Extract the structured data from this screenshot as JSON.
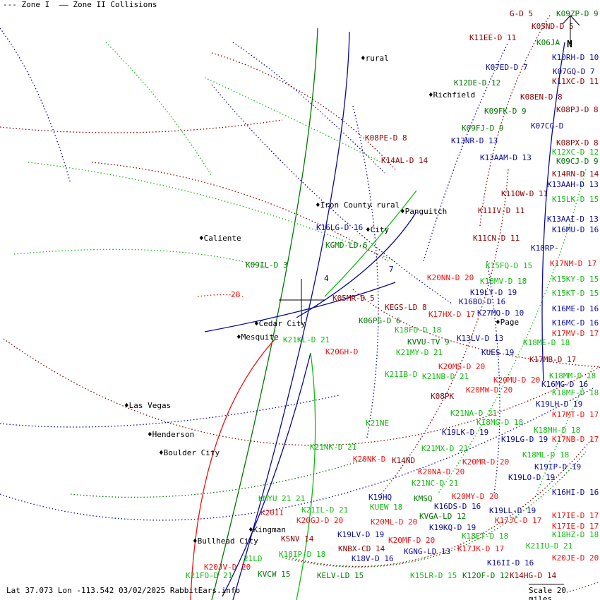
{
  "legend": {
    "zone1": "--- Zone I",
    "zone2": "—— Zone II Collisions"
  },
  "status": {
    "lat": "Lat 37.073",
    "lon": "Lon -113.542",
    "date": "03/02/2025",
    "site": "RabbitEars.info"
  },
  "scale": {
    "label": "Scale 20 miles"
  },
  "north": {
    "label": "N"
  },
  "colors": {
    "maroon": "#8b0000",
    "red": "#ee1111",
    "green": "#11bb11",
    "dkgreen": "#007700",
    "navy": "#0a0a9a"
  },
  "cities": [
    {
      "name": "Iron County rural"
    },
    {
      "name": "Panguitch"
    },
    {
      "name": "Caliente"
    },
    {
      "name": "Page"
    },
    {
      "name": "Mesquite"
    },
    {
      "name": "Las Vegas"
    },
    {
      "name": "Henderson"
    },
    {
      "name": "Boulder City"
    },
    {
      "name": "Kingman"
    },
    {
      "name": "Bullhead City"
    },
    {
      "name": "Richfield"
    },
    {
      "name": "rural"
    },
    {
      "name": "City"
    },
    {
      "name": "Cedar City"
    }
  ],
  "stations": [
    {
      "label": "K09ZP-D 9",
      "color": "dkgreen"
    },
    {
      "label": "K05ND-D 5",
      "color": "maroon"
    },
    {
      "label": "K10RH-D 10",
      "color": "navy"
    },
    {
      "label": "K06JA",
      "color": "dkgreen"
    },
    {
      "label": "K07GQ-D 7",
      "color": "navy"
    },
    {
      "label": "K11XC-D 11",
      "color": "maroon"
    },
    {
      "label": "K08EN-D 8",
      "color": "maroon"
    },
    {
      "label": "K08PJ-D 8",
      "color": "maroon"
    },
    {
      "label": "K07CG-D",
      "color": "navy"
    },
    {
      "label": "K08PX-D 8",
      "color": "maroon"
    },
    {
      "label": "K12XC-D 12",
      "color": "green"
    },
    {
      "label": "K09CJ-D 9",
      "color": "dkgreen"
    },
    {
      "label": "K14RN-D 14",
      "color": "maroon"
    },
    {
      "label": "K13AAH-D 13",
      "color": "navy"
    },
    {
      "label": "K15LK-D 15",
      "color": "green"
    },
    {
      "label": "K13AAI-D 13",
      "color": "navy"
    },
    {
      "label": "K16MU-D 16",
      "color": "navy"
    },
    {
      "label": "K10RP-",
      "color": "navy"
    },
    {
      "label": "K17NM-D 17",
      "color": "red"
    },
    {
      "label": "K15KY-D 15",
      "color": "green"
    },
    {
      "label": "K15KT-D 15",
      "color": "green"
    },
    {
      "label": "K16ME-D 16",
      "color": "navy"
    },
    {
      "label": "K16MC-D 16",
      "color": "navy"
    },
    {
      "label": "K17MV-D 17",
      "color": "red"
    },
    {
      "label": "K18ME-D 18",
      "color": "green"
    },
    {
      "label": "K17MB-D 17",
      "color": "maroon"
    },
    {
      "label": "K18MM-D 18",
      "color": "green"
    },
    {
      "label": "K16MG-D 16",
      "color": "navy"
    },
    {
      "label": "K18MF-D 18",
      "color": "green"
    },
    {
      "label": "K19LH-D 19",
      "color": "navy"
    },
    {
      "label": "K17MT-D 17",
      "color": "red"
    },
    {
      "label": "K18MH-D 18",
      "color": "green"
    },
    {
      "label": "K17NB-D 17",
      "color": "red"
    },
    {
      "label": "K18ML-D 18",
      "color": "green"
    },
    {
      "label": "K16HI-D 16",
      "color": "navy"
    },
    {
      "label": "K17IE-D 17",
      "color": "red"
    },
    {
      "label": "K18HZ-D 18",
      "color": "green"
    },
    {
      "label": "K21IU-D 21",
      "color": "green"
    },
    {
      "label": "K20JE-D 20",
      "color": "red"
    },
    {
      "label": "K11EE-D 11",
      "color": "maroon"
    },
    {
      "label": "K07ED-D 7",
      "color": "navy"
    },
    {
      "label": "K12DE-D 12",
      "color": "dkgreen"
    },
    {
      "label": "K09FK-D 9",
      "color": "dkgreen"
    },
    {
      "label": "K09FJ-D 9",
      "color": "dkgreen"
    },
    {
      "label": "K08PE-D 8",
      "color": "maroon"
    },
    {
      "label": "K13NR-D 13",
      "color": "navy"
    },
    {
      "label": "K13AAM-D 13",
      "color": "navy"
    },
    {
      "label": "K14AL-D 14",
      "color": "maroon"
    },
    {
      "label": "K11OW-D 11",
      "color": "maroon"
    },
    {
      "label": "K11IV-D 11",
      "color": "maroon"
    },
    {
      "label": "K11CN-D 11",
      "color": "maroon"
    },
    {
      "label": "K15FQ-D 15",
      "color": "green"
    },
    {
      "label": "K18MV-D 18",
      "color": "green"
    },
    {
      "label": "K19LY-D 19",
      "color": "navy"
    },
    {
      "label": "K20NN-D 20",
      "color": "red"
    },
    {
      "label": "K16BO-D 16",
      "color": "navy"
    },
    {
      "label": "K27MQ-D 10",
      "color": "navy"
    },
    {
      "label": "K05MR-D 5",
      "color": "maroon"
    },
    {
      "label": "KEGS-LD 8",
      "color": "maroon"
    },
    {
      "label": "K17HX-D 17",
      "color": "red"
    },
    {
      "label": "K06PG-D 6",
      "color": "dkgreen"
    },
    {
      "label": "K18FU-D 18",
      "color": "green"
    },
    {
      "label": "K13LV-D 13",
      "color": "navy"
    },
    {
      "label": "KVVU-TV 9",
      "color": "dkgreen"
    },
    {
      "label": "K21KL-D 21",
      "color": "green"
    },
    {
      "label": "K20GH-D",
      "color": "red"
    },
    {
      "label": "KUES 19",
      "color": "navy"
    },
    {
      "label": "K21MY-D 21",
      "color": "green"
    },
    {
      "label": "K20MS-D 20",
      "color": "red"
    },
    {
      "label": "K21NB-D 21",
      "color": "green"
    },
    {
      "label": "K20MW-D 20",
      "color": "red"
    },
    {
      "label": "K19LO-D 19",
      "color": "navy"
    },
    {
      "label": "K21IB-D",
      "color": "green"
    },
    {
      "label": "K08PK",
      "color": "maroon"
    },
    {
      "label": "K21NA-D 21",
      "color": "green"
    },
    {
      "label": "K20MU-D 20",
      "color": "red"
    },
    {
      "label": "K18MG-D 18",
      "color": "green"
    },
    {
      "label": "K19LK-D 19",
      "color": "navy"
    },
    {
      "label": "K21NE",
      "color": "green"
    },
    {
      "label": "K21MX-D 21",
      "color": "green"
    },
    {
      "label": "K20MR-D 20",
      "color": "red"
    },
    {
      "label": "K19LG-D 19",
      "color": "navy"
    },
    {
      "label": "K21NK-D 21",
      "color": "green"
    },
    {
      "label": "K20NK-D",
      "color": "red"
    },
    {
      "label": "K20NA-D 20",
      "color": "red"
    },
    {
      "label": "K21NC-D 21",
      "color": "green"
    },
    {
      "label": "K14ND",
      "color": "maroon"
    },
    {
      "label": "K20MY-D 20",
      "color": "red"
    },
    {
      "label": "K19LL-D 19",
      "color": "navy"
    },
    {
      "label": "K17JC-D 17",
      "color": "red"
    },
    {
      "label": "KMSQ",
      "color": "dkgreen"
    },
    {
      "label": "K16DS-D 16",
      "color": "navy"
    },
    {
      "label": "KVGA-LD 12",
      "color": "dkgreen"
    },
    {
      "label": "K18ET-D 18",
      "color": "green"
    },
    {
      "label": "K19KQ-D 19",
      "color": "navy"
    },
    {
      "label": "K16II-D 16",
      "color": "navy"
    },
    {
      "label": "K20MF-D 20",
      "color": "red"
    },
    {
      "label": "K19HQ",
      "color": "navy"
    },
    {
      "label": "KUEW 18",
      "color": "green"
    },
    {
      "label": "K21IL-D 21",
      "color": "green"
    },
    {
      "label": "K17JK-D 17",
      "color": "red"
    },
    {
      "label": "KMYU 21 21",
      "color": "green"
    },
    {
      "label": "K20GJ-D 20",
      "color": "red"
    },
    {
      "label": "K19LV-D 19",
      "color": "navy"
    },
    {
      "label": "KGNG-LD 13",
      "color": "navy"
    },
    {
      "label": "KSNV 14",
      "color": "maroon"
    },
    {
      "label": "KNBX-CD 14",
      "color": "maroon"
    },
    {
      "label": "K18IP-D 18",
      "color": "green"
    },
    {
      "label": "K20JV-D 20",
      "color": "red"
    },
    {
      "label": "KVCW 15",
      "color": "dkgreen"
    },
    {
      "label": "KELV-LD 15",
      "color": "dkgreen"
    },
    {
      "label": "K12OF-D 12",
      "color": "dkgreen"
    },
    {
      "label": "K15LR-D 15",
      "color": "green"
    },
    {
      "label": "K20ML-D 20",
      "color": "red"
    },
    {
      "label": "K14HG-D 14",
      "color": "maroon"
    },
    {
      "label": "K19IP-D 19",
      "color": "navy"
    },
    {
      "label": "K17IE-D 17",
      "color": "red"
    },
    {
      "label": "K16LG-D 16",
      "color": "navy"
    },
    {
      "label": "KGMD-LD 6",
      "color": "dkgreen"
    },
    {
      "label": "K09IL-D 3",
      "color": "dkgreen"
    },
    {
      "label": "K21FO-D 21",
      "color": "green"
    },
    {
      "label": "21LD",
      "color": "green"
    },
    {
      "label": "K20II",
      "color": "red"
    },
    {
      "label": "K18V-D 16",
      "color": "navy"
    },
    {
      "label": "G-D 5",
      "color": "maroon"
    },
    {
      "label": "20",
      "color": "red"
    },
    {
      "label": "7",
      "color": "navy"
    },
    {
      "label": "4",
      "color": "black"
    }
  ]
}
